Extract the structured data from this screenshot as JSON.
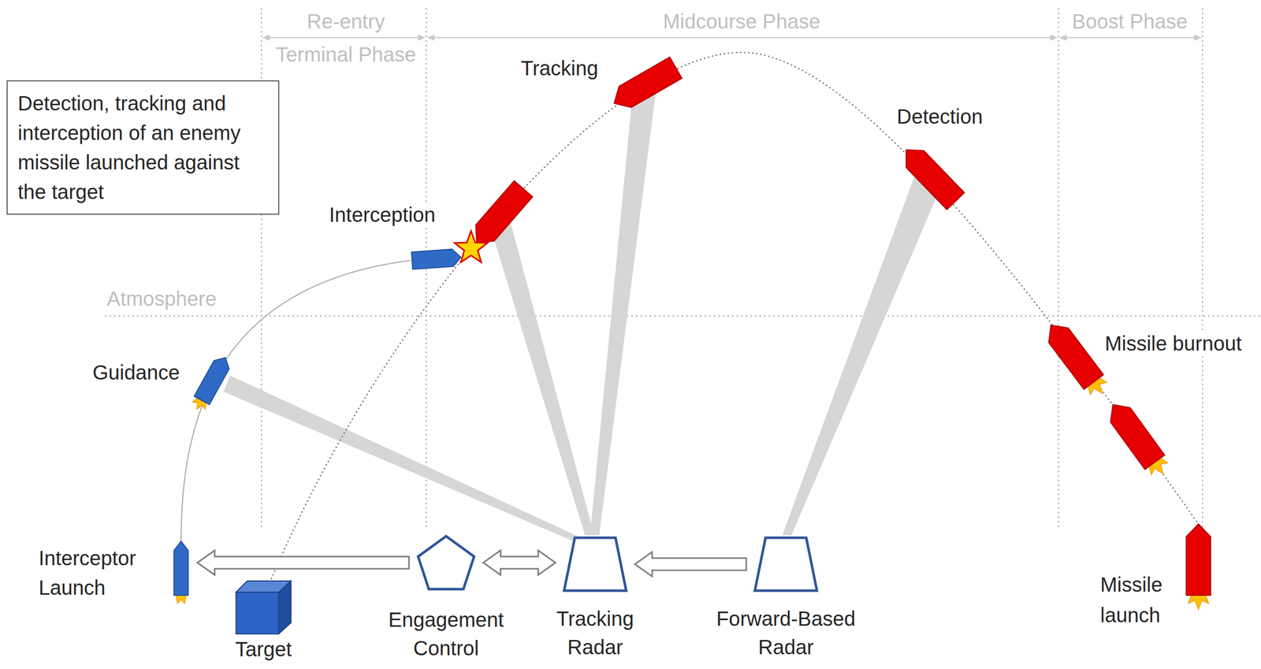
{
  "diagram": {
    "nodes": [
      {
        "text": [
          "Detection, tracking and interception of an enemy missile launched against the target"
        ]
      },
      {
        "text": [
          "Interceptor Launch"
        ]
      },
      {
        "text": [
          "Target"
        ]
      },
      {
        "text": [
          "Engagement Control"
        ]
      },
      {
        "text": [
          "Tracking Radar"
        ]
      },
      {
        "text": [
          "Forward-Based Radar"
        ]
      }
    ],
    "edges": [
      {
        "from": 3,
        "to": 1,
        "arrow": "to"
      },
      {
        "from": 3,
        "to": 4,
        "arrow": "both"
      },
      {
        "from": 5,
        "to": 4,
        "arrow": "to"
      }
    ],
    "labels": [
      "Re-entry",
      "Terminal Phase",
      "Midcourse Phase",
      "Boost Phase",
      "Tracking",
      "Detection",
      "Interception",
      "Atmosphere",
      "Missile burnout",
      "Guidance",
      "Missile launch"
    ]
  }
}
